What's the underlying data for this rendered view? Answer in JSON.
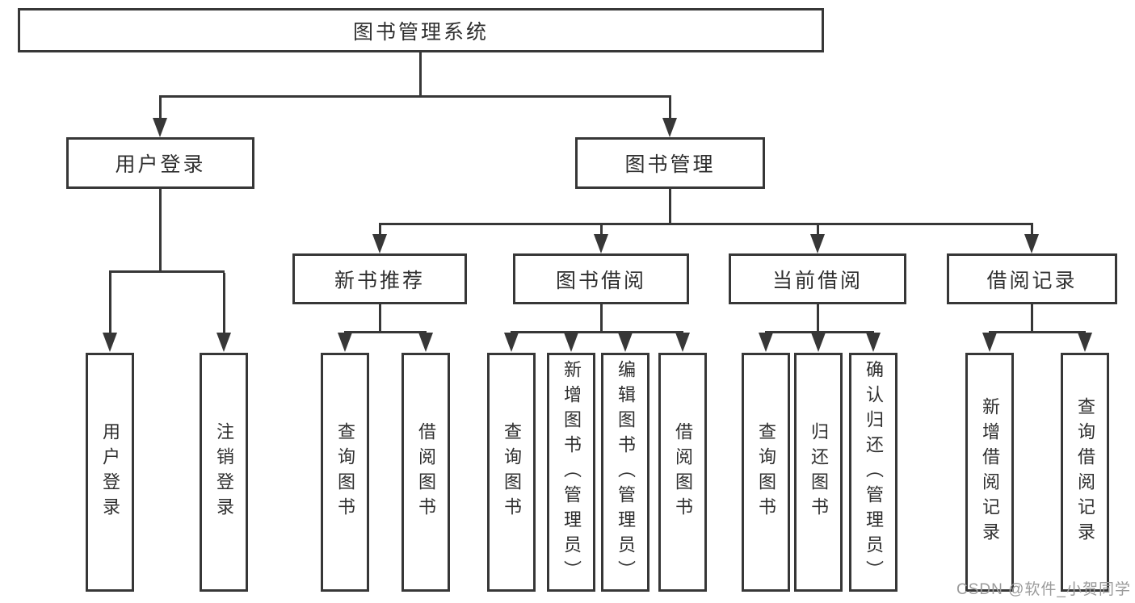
{
  "nodes": {
    "root": "图书管理系统",
    "user_login": "用户登录",
    "book_management": "图书管理",
    "new_book_recommend": "新书推荐",
    "book_borrowing": "图书借阅",
    "current_borrowing": "当前借阅",
    "borrowing_records": "借阅记录",
    "leaf_user_login": "用户登录",
    "leaf_logout": "注销登录",
    "leaf_query_books_recommend": "查询图书",
    "leaf_borrow_books_recommend": "借阅图书",
    "leaf_query_books_borrowing": "查询图书",
    "leaf_add_books_admin": "新增图书（管理员）",
    "leaf_edit_books_admin": "编辑图书（管理员）",
    "leaf_borrow_books_borrowing": "借阅图书",
    "leaf_query_books_current": "查询图书",
    "leaf_return_books": "归还图书",
    "leaf_confirm_return_admin": "确认归还（管理员）",
    "leaf_add_borrow_record": "新增借阅记录",
    "leaf_query_borrow_record": "查询借阅记录"
  },
  "watermark": "CSDN @软件_小贺同学",
  "colors": {
    "line": "#373737",
    "text": "#2f2f2f",
    "box_background": "#ffffff",
    "page_background": "#ffffff",
    "watermark": "#9b9b9b"
  }
}
